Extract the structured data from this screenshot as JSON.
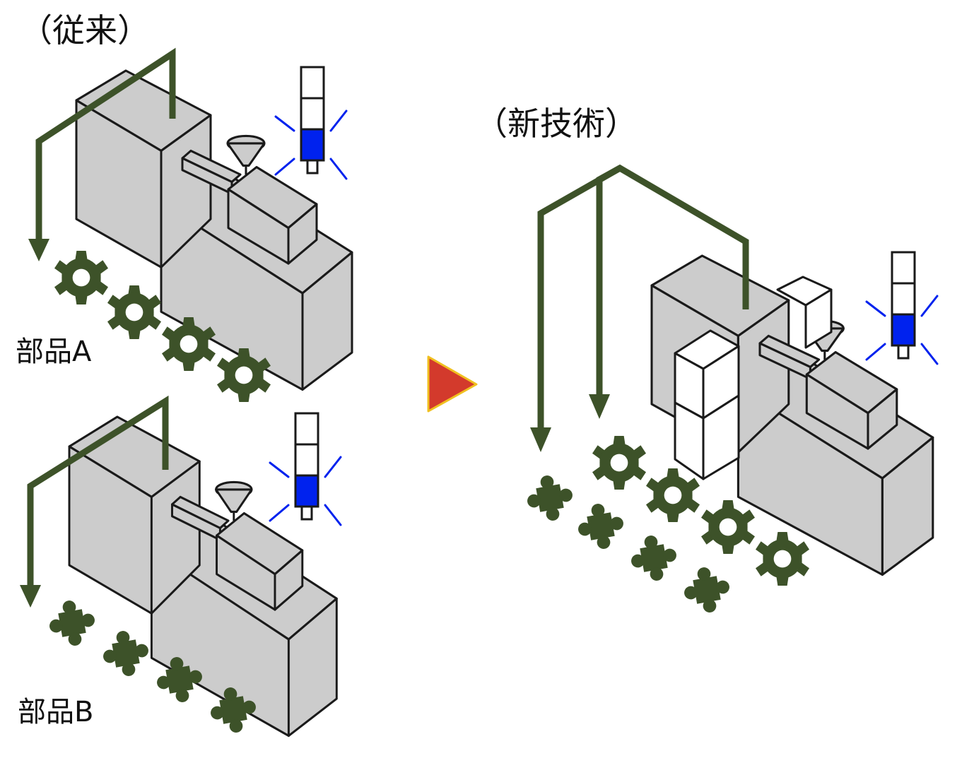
{
  "labels": {
    "before_title": "（従来）",
    "after_title": "（新技術）",
    "part_a": "部品A",
    "part_b": "部品B"
  },
  "colors": {
    "machine_fill": "#cccccc",
    "outline": "#1a1a1a",
    "flow_green": "#3d5229",
    "signal_blue": "#0022ee",
    "arrow_red": "#d33a2c",
    "arrow_border": "#f0c020"
  },
  "icons": {
    "part_a": "gear-icon",
    "part_b": "puzzle-piece-icon",
    "transition": "play-triangle-icon",
    "status": "signal-tower-icon"
  }
}
